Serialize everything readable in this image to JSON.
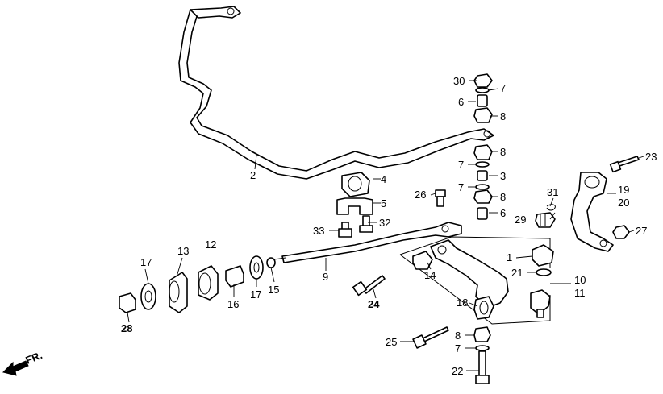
{
  "labels": {
    "p1": "1",
    "p2": "2",
    "p3": "3",
    "p4": "4",
    "p5": "5",
    "p6a": "6",
    "p6b": "6",
    "p7a": "7",
    "p7b": "7",
    "p7c": "7",
    "p7d": "7",
    "p8a": "8",
    "p8b": "8",
    "p8c": "8",
    "p8d": "8",
    "p9": "9",
    "p10": "10",
    "p11": "11",
    "p12": "12",
    "p13": "13",
    "p14": "14",
    "p15": "15",
    "p16": "16",
    "p17a": "17",
    "p17b": "17",
    "p18": "18",
    "p19": "19",
    "p20": "20",
    "p21": "21",
    "p22": "22",
    "p23": "23",
    "p24": "24",
    "p25": "25",
    "p26": "26",
    "p27": "27",
    "p28": "28",
    "p29": "29",
    "p30": "30",
    "p31": "31",
    "p32": "32",
    "p33": "33"
  },
  "front_arrow": "FR."
}
